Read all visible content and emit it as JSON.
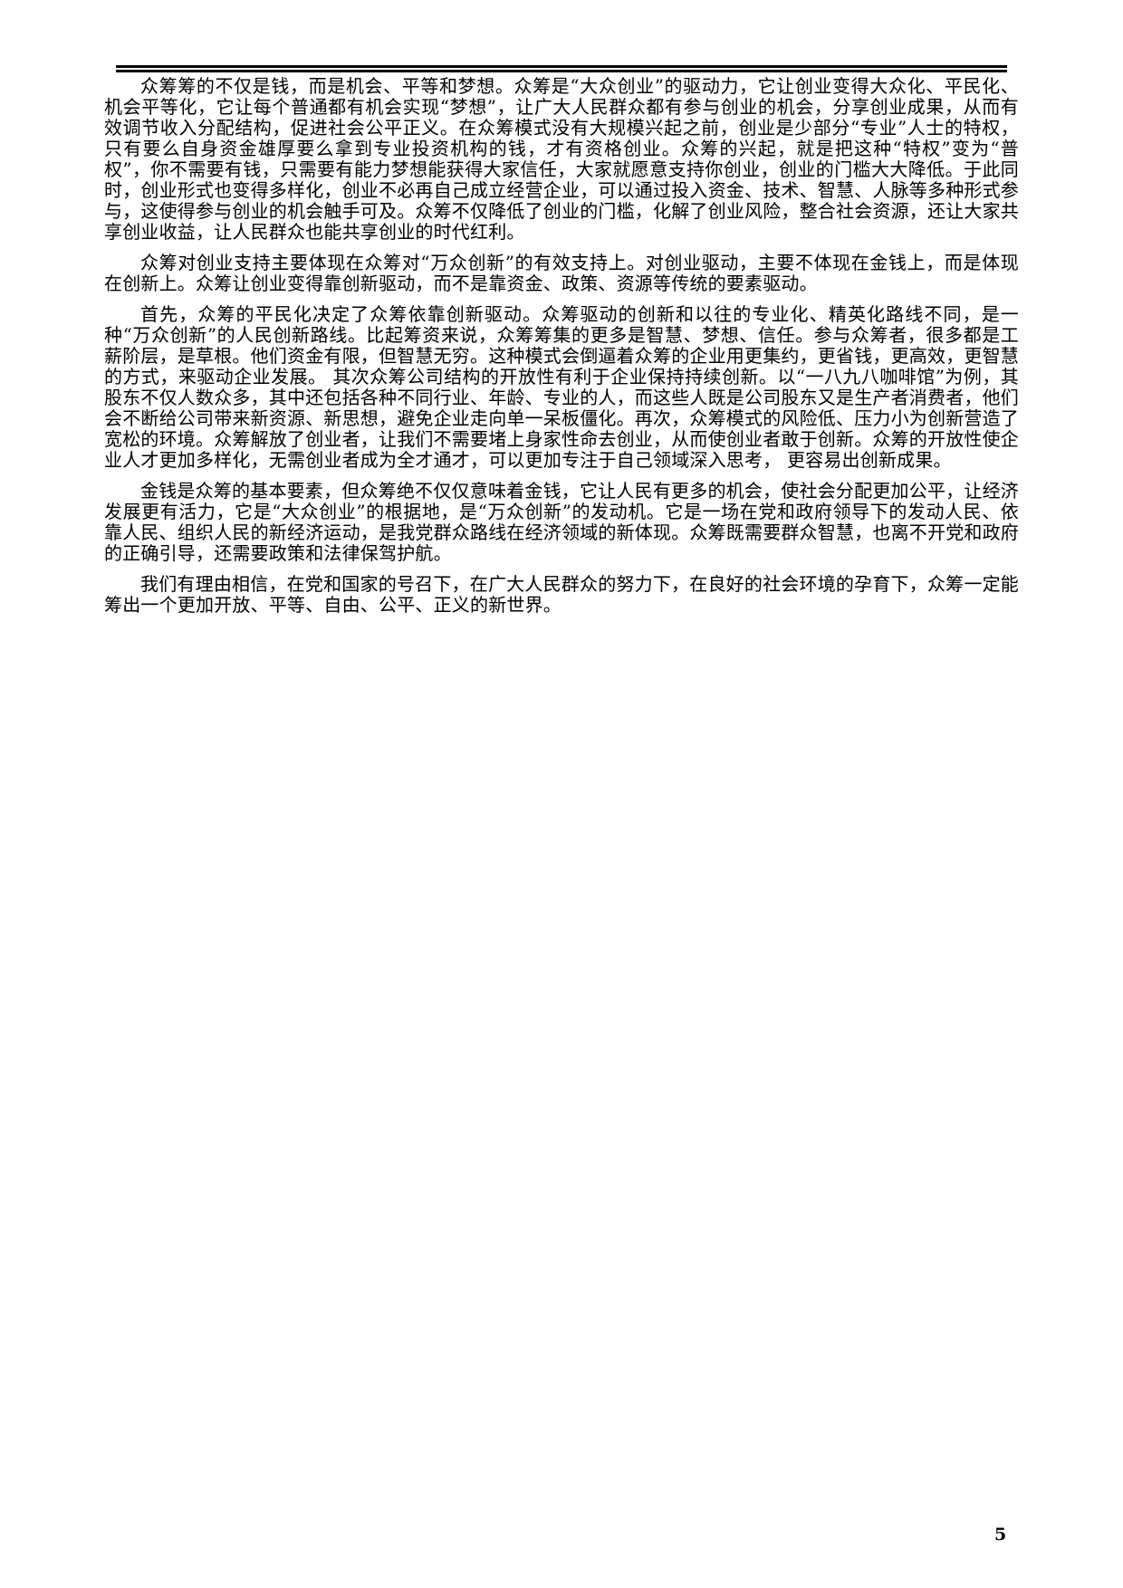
{
  "content": {
    "paragraphs": [
      "众筹筹的不仅是钱，而是机会、平等和梦想。众筹是“大众创业”的驱动力，它让创业变得大众化、平民化、机会平等化，它让每个普通都有机会实现“梦想”，让广大人民群众都有参与创业的机会，分享创业成果，从而有效调节收入分配结构，促进社会公平正义。在众筹模式没有大规模兴起之前，创业是少部分“专业”人士的特权，只有要么自身资金雄厚要么拿到专业投资机构的钱，才有资格创业。众筹的兴起，就是把这种“特权”变为“普权”，你不需要有钱，只需要有能力梦想能获得大家信任，大家就愿意支持你创业，创业的门槛大大降低。于此同时，创业形式也变得多样化，创业不必再自己成立经营企业，可以通过投入资金、技术、智慧、人脉等多种形式参与，这使得参与创业的机会触手可及。众筹不仅降低了创业的门槛，化解了创业风险，整合社会资源，还让大家共享创业收益，让人民群众也能共享创业的时代红利。",
      "众筹对创业支持主要体现在众筹对“万众创新”的有效支持上。对创业驱动，主要不体现在金钱上，而是体现在创新上。众筹让创业变得靠创新驱动，而不是靠资金、政策、资源等传统的要素驱动。",
      "首先，众筹的平民化决定了众筹依靠创新驱动。众筹驱动的创新和以往的专业化、精英化路线不同，是一种“万众创新”的人民创新路线。比起筹资来说，众筹筹集的更多是智慧、梦想、信任。参与众筹者，很多都是工薪阶层，是草根。他们资金有限，但智慧无穷。这种模式会倒逼着众筹的企业用更集约，更省钱，更高效，更智慧的方式，来驱动企业发展。 其次众筹公司结构的开放性有利于企业保持持续创新。以“一八九八咖啡馆”为例，其股东不仅人数众多，其中还包括各种不同行业、年龄、专业的人，而这些人既是公司股东又是生产者消费者，他们会不断给公司带来新资源、新思想，避免企业走向单一呆板僵化。再次，众筹模式的风险低、压力小为创新营造了宽松的环境。众筹解放了创业者，让我们不需要堵上身家性命去创业，从而使创业者敢于创新。众筹的开放性使企业人才更加多样化，无需创业者成为全才通才，可以更加专注于自己领域深入思考， 更容易出创新成果。",
      "金钱是众筹的基本要素，但众筹绝不仅仅意味着金钱，它让人民有更多的机会，使社会分配更加公平，让经济发展更有活力，它是“大众创业”的根据地，是“万众创新”的发动机。它是一场在党和政府领导下的发动人民、依靠人民、组织人民的新经济运动，是我党群众路线在经济领域的新体现。众筹既需要群众智慧，也离不开党和政府的正确引导，还需要政策和法律保驾护航。",
      "我们有理由相信，在党和国家的号召下，在广大人民群众的努力下，在良好的社会环境的孕育下，众筹一定能筹出一个更加开放、平等、自由、公平、正义的新世界。"
    ]
  },
  "footer": {
    "page_number": "5"
  }
}
